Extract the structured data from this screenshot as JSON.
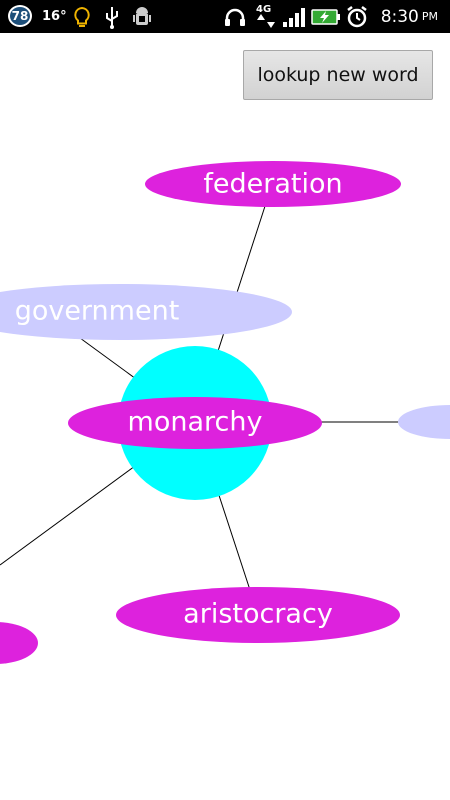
{
  "status_bar": {
    "notification_count": "78",
    "temperature": "16°",
    "network_type": "4G",
    "time": "8:30",
    "am_pm": "PM"
  },
  "toolbar": {
    "lookup_label": "lookup new word"
  },
  "graph": {
    "center_word": "monarchy",
    "related_words": [
      "federation",
      "government",
      "aristocracy"
    ],
    "colors": {
      "center_halo": "#00ffff",
      "primary_node": "#dd22dd",
      "secondary_node": "#ccccff",
      "edge": "#000000"
    }
  }
}
